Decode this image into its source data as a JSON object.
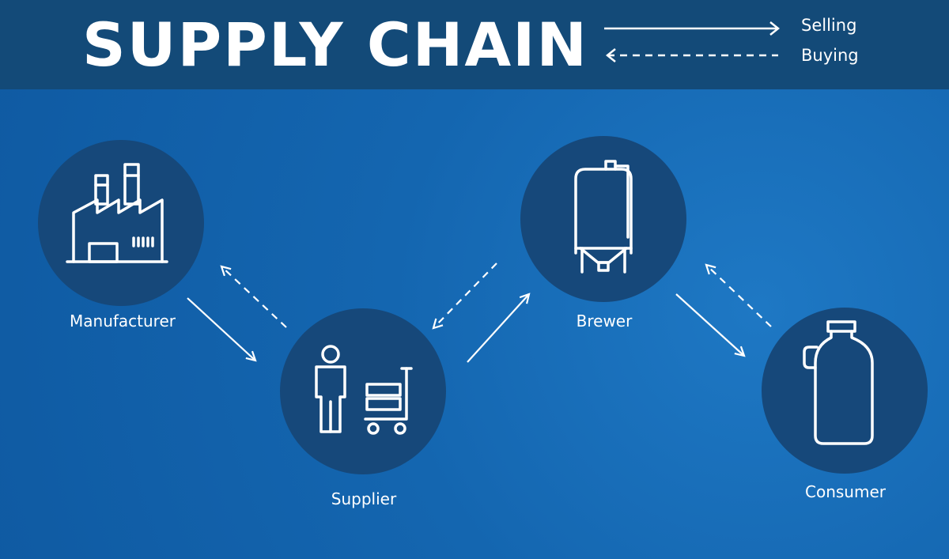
{
  "header": {
    "title": "SUPPLY CHAIN"
  },
  "legend": {
    "selling_label": "Selling",
    "buying_label": "Buying"
  },
  "nodes": {
    "manufacturer": {
      "label": "Manufacturer",
      "icon": "factory-icon"
    },
    "supplier": {
      "label": "Supplier",
      "icon": "worker-with-cart-icon"
    },
    "brewer": {
      "label": "Brewer",
      "icon": "fermentation-tank-icon"
    },
    "consumer": {
      "label": "Consumer",
      "icon": "growler-jug-icon"
    }
  },
  "colors": {
    "header_bg": "#134a78",
    "background": "#1466b0",
    "circle": "#16487a",
    "line": "#ffffff"
  }
}
